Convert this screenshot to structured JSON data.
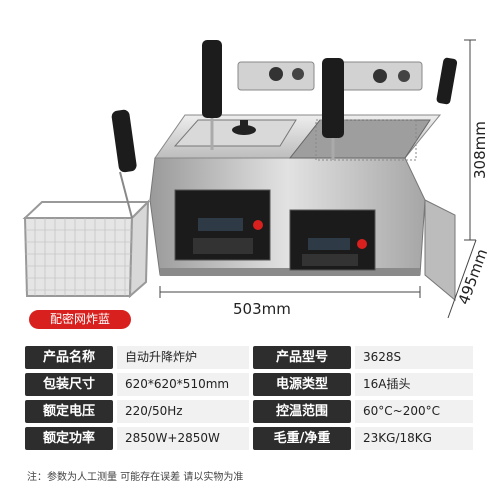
{
  "dimensions": {
    "width": "503mm",
    "height": "308mm",
    "depth": "495mm"
  },
  "basket_badge": "配密网炸蓝",
  "specs": [
    {
      "label_left": "产品名称",
      "value_left": "自动升降炸炉",
      "label_right": "产品型号",
      "value_right": "3628S"
    },
    {
      "label_left": "包装尺寸",
      "value_left": "620*620*510mm",
      "label_right": "电源类型",
      "value_right": "16A插头"
    },
    {
      "label_left": "额定电压",
      "value_left": "220/50Hz",
      "label_right": "控温范围",
      "value_right": "60°C~200°C"
    },
    {
      "label_left": "额定功率",
      "value_left": "2850W+2850W",
      "label_right": "毛重/净重",
      "value_right": "23KG/18KG"
    }
  ],
  "note": "注：参数为人工测量 可能存在误差 请以实物为准",
  "colors": {
    "badge": "#d8201e",
    "label_bg": "#2d2d2d",
    "value_bg": "#f1f1f1",
    "panel": "#1b1b1b",
    "steel": "#c9c9c9"
  }
}
